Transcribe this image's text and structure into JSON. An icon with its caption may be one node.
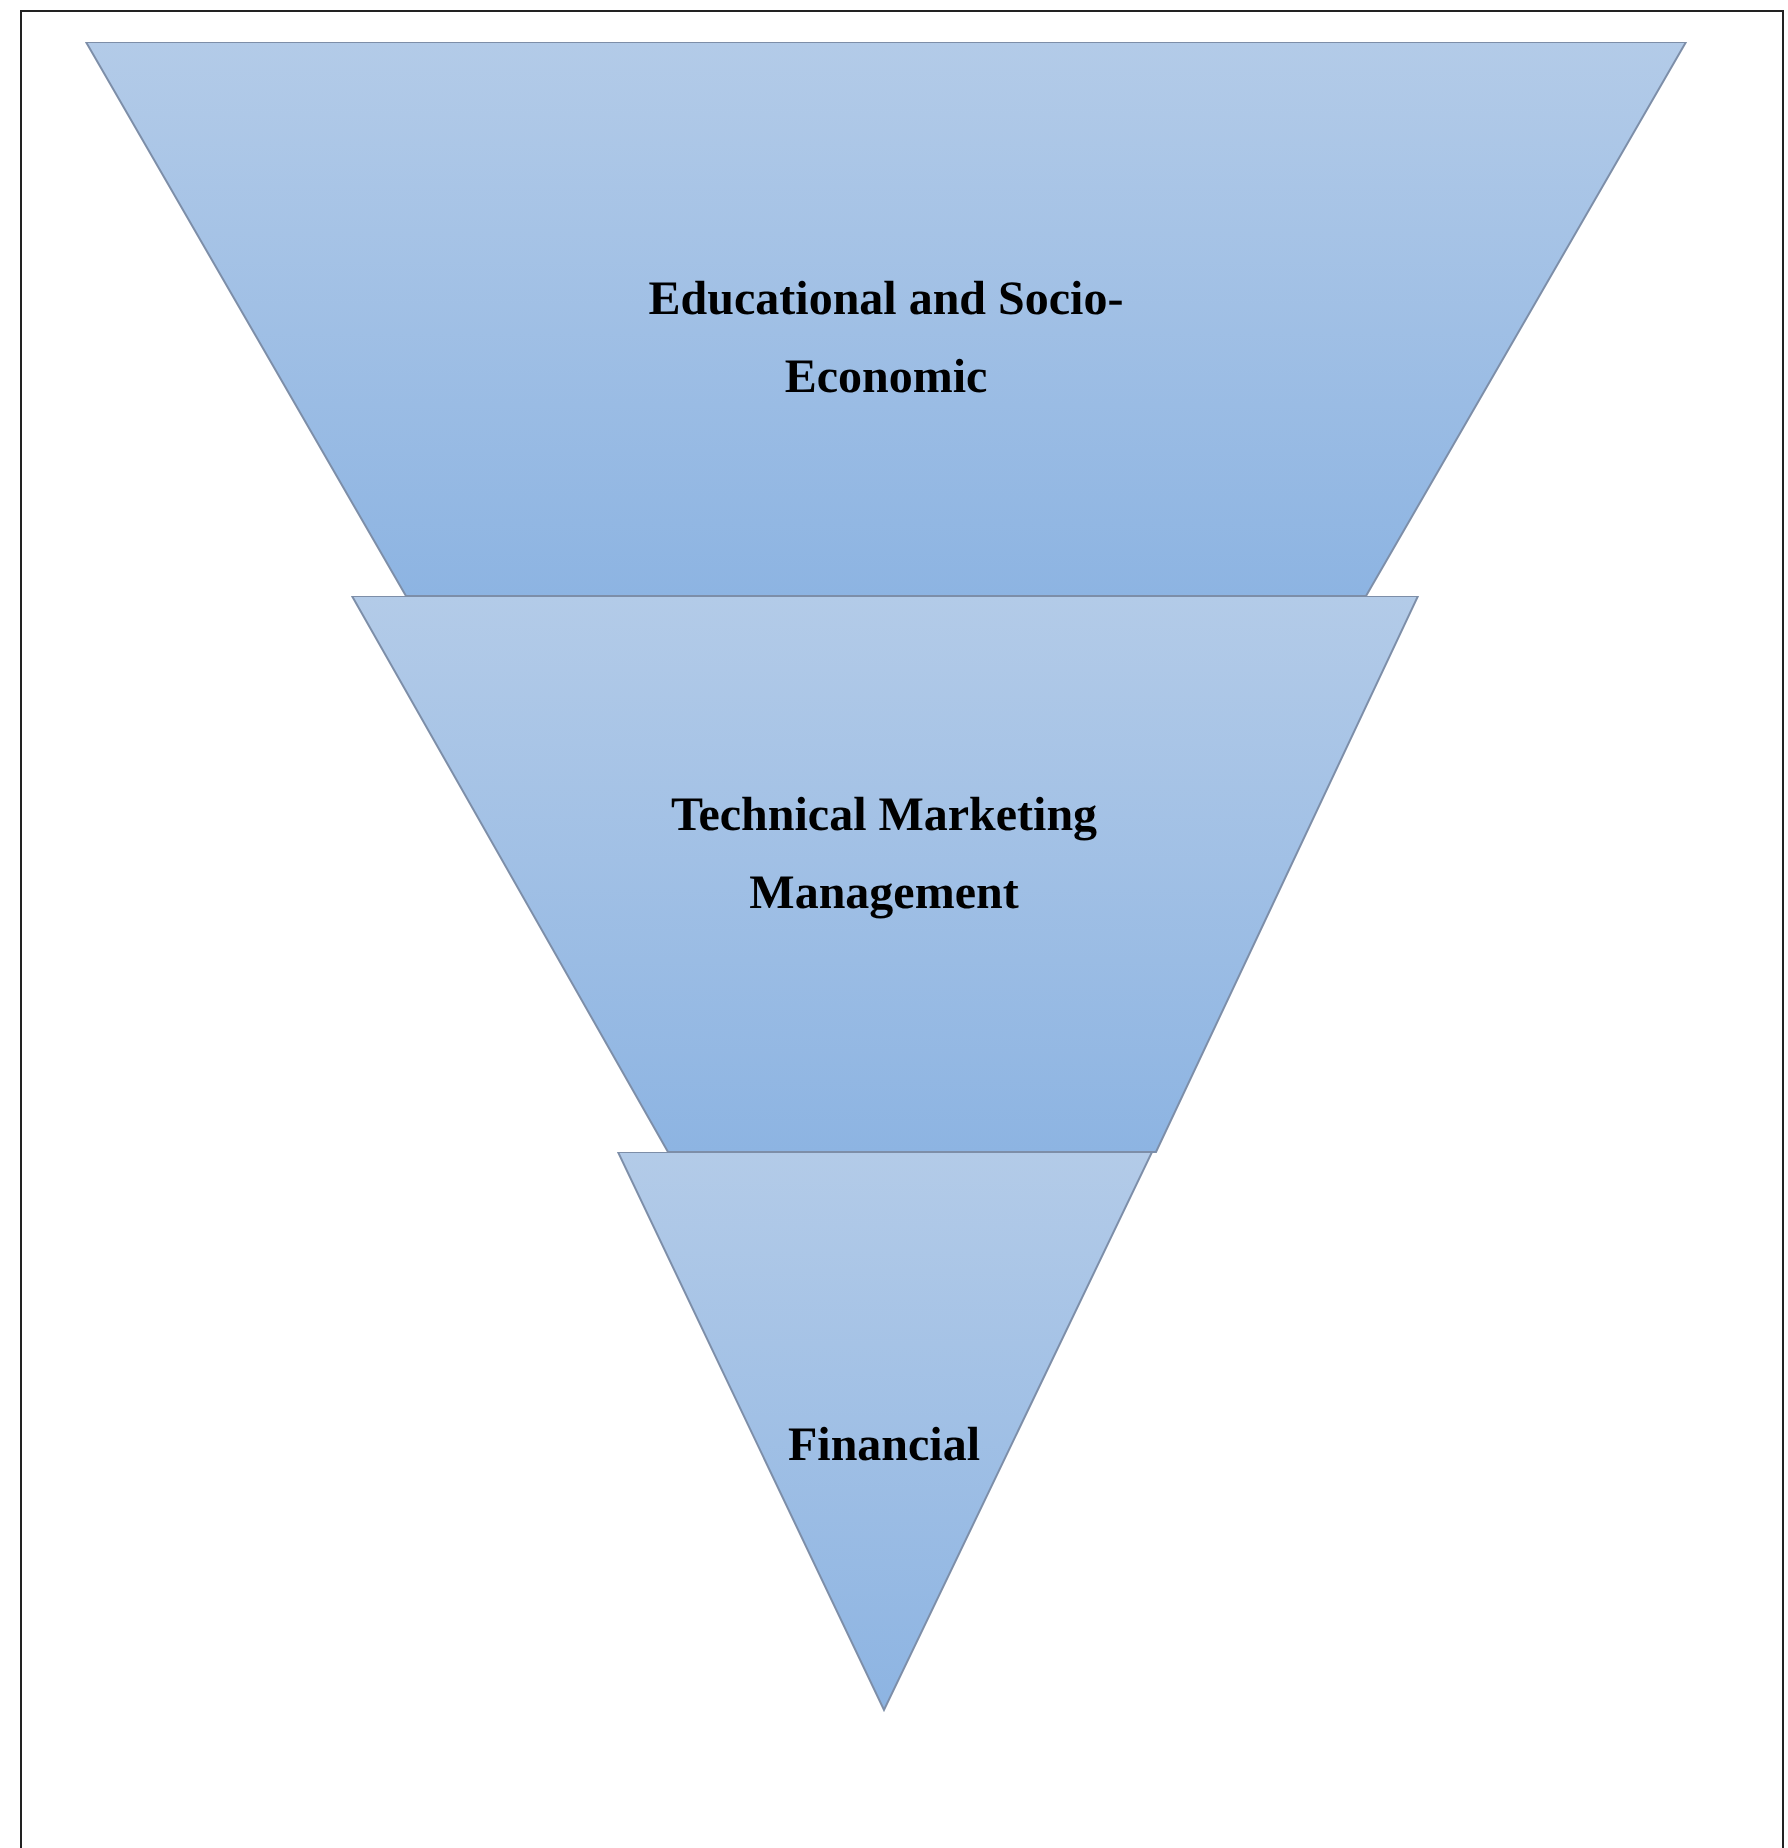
{
  "diagram": {
    "nodes": [
      {
        "text": [
          "Educational and Socio-Economic"
        ]
      },
      {
        "text": [
          "Technical Marketing Management"
        ]
      },
      {
        "text": [
          "Financial"
        ]
      }
    ]
  }
}
